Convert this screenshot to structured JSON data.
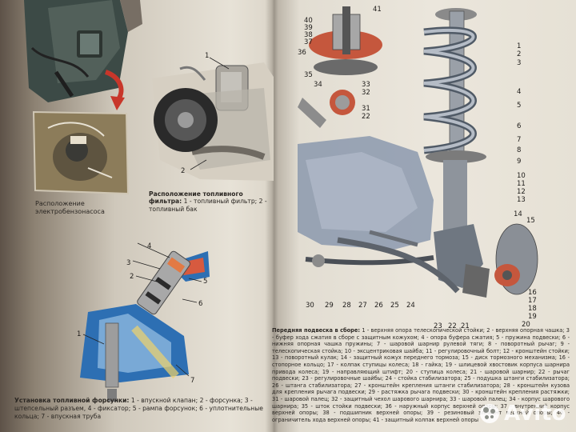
{
  "left_page": {
    "pump_caption": "Расположение электробензонасоса",
    "filter_caption_title": "Расположение топливного фильтра:",
    "filter_caption_rest_a": "1 - топливный фильтр; 2 - топливный бак",
    "filter_callouts": [
      "1",
      "2"
    ],
    "injector_caption_title": "Установка топливной форсунки:",
    "injector_caption_rest": "1 - впускной клапан; 2 - форсунка; 3 - штепсельный разъем, 4 - фиксатор; 5 - рампа форсунок; 6 - уплотнительные кольца; 7 - впускная труба",
    "injector_callouts": [
      "1",
      "2",
      "3",
      "4",
      "5",
      "6",
      "7"
    ]
  },
  "right_page": {
    "callouts_left_column": [
      "40",
      "39",
      "38",
      "37",
      "36",
      "35",
      "34",
      "33",
      "32",
      "31",
      "22"
    ],
    "callouts_top": [
      "41"
    ],
    "callouts_right_column": [
      "1",
      "2",
      "3",
      "4",
      "5",
      "6",
      "7",
      "8",
      "9",
      "10",
      "11",
      "12",
      "13",
      "14",
      "15",
      "16",
      "17",
      "18",
      "19",
      "20"
    ],
    "callouts_bottom": [
      "30",
      "29",
      "28",
      "27",
      "26",
      "25",
      "24",
      "23",
      "22",
      "21"
    ],
    "suspension_caption_title": "Передняя подвеска в сборе:",
    "suspension_caption_rest": "1 - верхняя опора телескопической стойки; 2 - верхняя опорная чашка; 3 - буфер хода сжатия в сборе с защитным кожухом; 4 - опора буфера сжатия; 5 - пружина подвески; 6 - нижняя опорная чашка пружины; 7 - шаровой шарнир рулевой тяги; 8 - поворотный рычаг; 9 - телескопическая стойка; 10 - эксцентриковая шайба; 11 - регулировочный болт; 12 - кронштейн стойки; 13 - поворотный кулак; 14 - защитный кожух переднего тормоза; 15 - диск тормозного механизма; 16 - стопорное кольцо; 17 - колпак ступицы колеса; 18 - гайка; 19 - шлицевой хвостовик корпуса шарнира привода колеса; 19 - направляющий штифт; 20 - ступица колеса; 21 - шаровой шарнир; 22 - рычаг подвески; 23 - регулировочные шайбы; 24 - стойка стабилизатора; 25 - подушка штанги стабилизатора; 26 - штанга стабилизатора; 27 - кронштейн крепления штанги стабилизатора; 28 - кронштейн кузова для крепления рычага подвески; 29 - растяжка рычага подвески; 30 - кронштейн крепления растяжки; 31 - шаровой палец; 32 - защитный чехол шарового шарнира; 33 - шаровой палец; 34 - корпус шарового шарнира; 35 - шток стойки подвески; 36 - наружный корпус верхней опоры; 37 - внутренний корпус верхней опоры; 38 - подшипник верхней опоры; 39 - резиновый элемент верхней опоры; 40 - ограничитель хода верхней опоры; 41 - защитный колпак верхней опоры"
  },
  "watermark": {
    "text": "Avito"
  },
  "colors": {
    "accent_red": "#c8362a",
    "steel_blue": "#7f8fa8",
    "paper": "#e9e4d9"
  }
}
